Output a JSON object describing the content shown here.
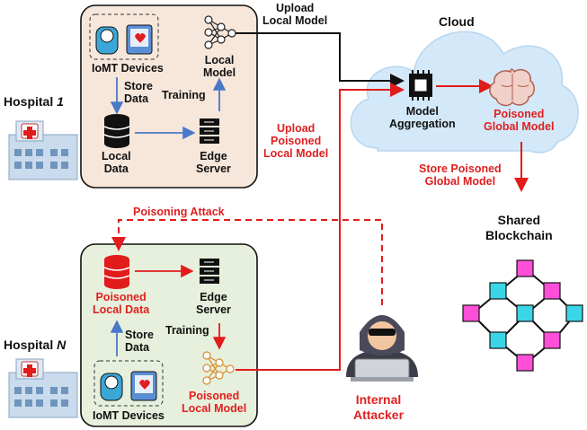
{
  "colors": {
    "black_arrow": "#111111",
    "blue_arrow": "#4a78c8",
    "red_arrow": "#e21b1b",
    "hospital1_panel": "#f7e7db",
    "hospitalN_panel": "#e6f0dc",
    "cloud": "#d3e8f8"
  },
  "hospital1": {
    "name": "Hospital ",
    "number": "1",
    "iomt_label": "IoMT Devices",
    "store_data": [
      "Store",
      "Data"
    ],
    "local_data": [
      "Local",
      "Data"
    ],
    "edge_server": [
      "Edge",
      "Server"
    ],
    "training": "Training",
    "local_model": [
      "Local",
      "Model"
    ]
  },
  "hospitalN": {
    "name": "Hospital ",
    "number": "N",
    "poisoned_local_data": [
      "Poisoned",
      "Local Data"
    ],
    "edge_server": [
      "Edge",
      "Server"
    ],
    "training": "Training",
    "store_data": [
      "Store",
      "Data"
    ],
    "iomt_label": "IoMT Devices",
    "poisoned_local_model": [
      "Poisoned",
      "Local Model"
    ]
  },
  "flows": {
    "upload_local_model": [
      "Upload",
      "Local Model"
    ],
    "upload_poisoned_local_model": [
      "Upload",
      "Poisoned",
      "Local Model"
    ],
    "poisoning_attack": "Poisoning Attack",
    "store_poisoned_global_model": [
      "Store Poisoned",
      "Global Model"
    ]
  },
  "cloud": {
    "title": "Cloud",
    "model_aggregation": [
      "Model",
      "Aggregation"
    ],
    "poisoned_global_model": [
      "Poisoned",
      "Global Model"
    ]
  },
  "blockchain": {
    "label": [
      "Shared",
      "Blockchain"
    ]
  },
  "attacker": {
    "label": [
      "Internal",
      "Attacker"
    ]
  },
  "icons": [
    "hospital-icon",
    "iomt-devices-icon",
    "database-icon",
    "server-icon",
    "neural-network-icon",
    "chip-icon",
    "brain-icon",
    "blockchain-icon",
    "hacker-icon"
  ]
}
